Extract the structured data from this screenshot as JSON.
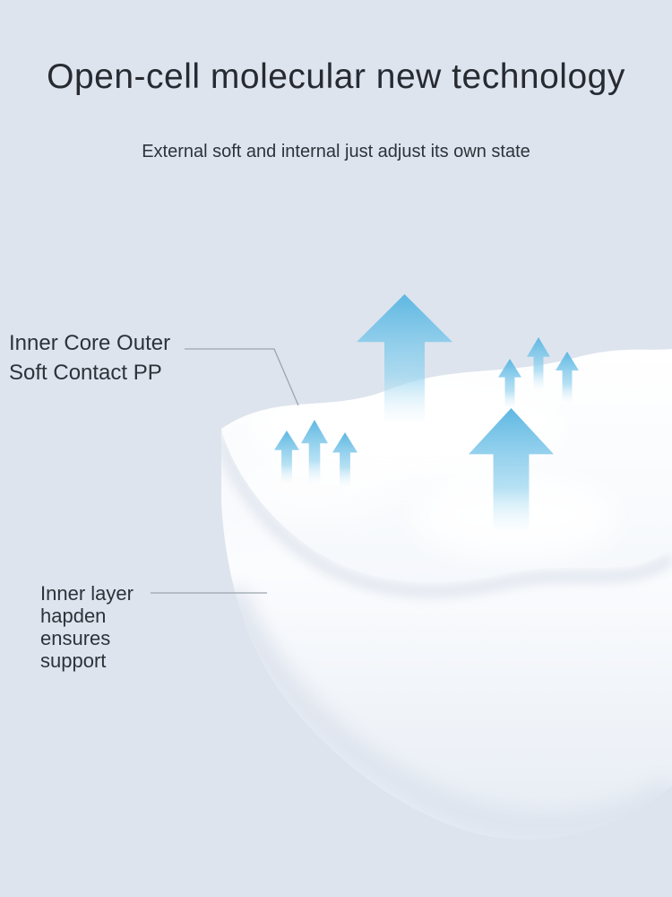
{
  "page": {
    "background_color": "#dde4ee"
  },
  "header": {
    "title": "Open-cell molecular new technology",
    "subtitle": "External soft and internal just adjust its own state"
  },
  "callouts": {
    "outer_layer": {
      "lines": [
        "Inner Core Outer",
        "Soft Contact PP"
      ]
    },
    "inner_layer": {
      "lines": [
        "Inner layer",
        "hapden",
        "ensures",
        "support"
      ]
    }
  },
  "illustration": {
    "subject": "foam-layer-cross-section",
    "airflow_icon": "up-arrow-icon",
    "arrow_gradient": {
      "top": "#5eb7e2",
      "mid": "#9ed7f0",
      "bottom": "#d9effa"
    },
    "surface_color": "#ffffff",
    "shadow_color": "#dde3ed",
    "connector_color": "#9ba4ae"
  }
}
